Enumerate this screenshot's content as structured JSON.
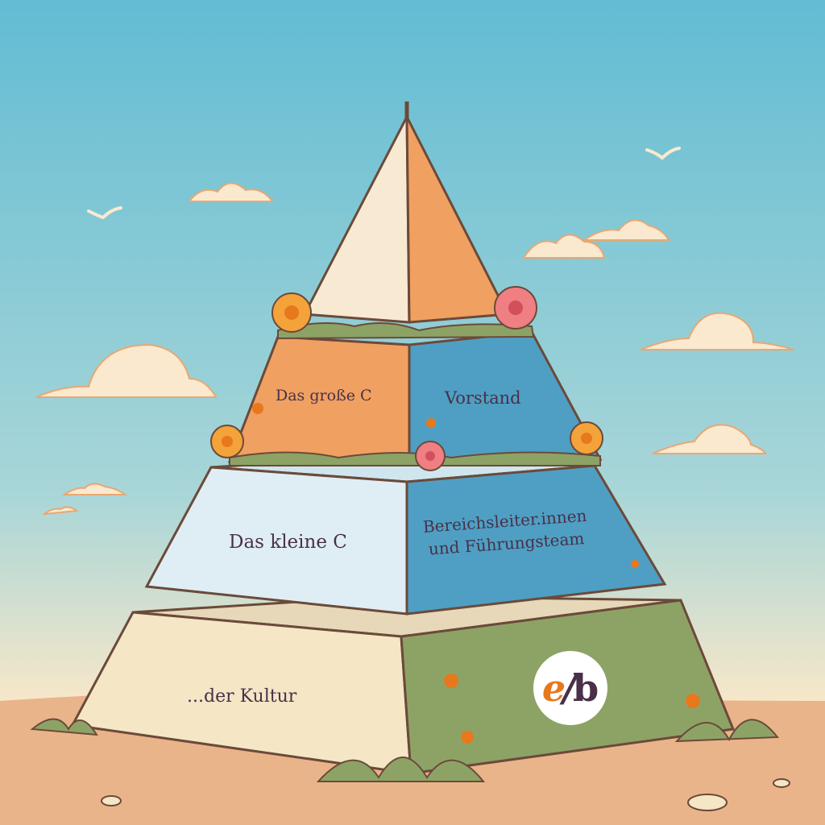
{
  "pyramid": {
    "tier_2_left_label": "Das große C",
    "tier_2_right_label": "Vorstand",
    "tier_3_left_label": "Das kleine C",
    "tier_3_right_label_line1": "Bereichsleiter.innen",
    "tier_3_right_label_line2": "und Führungsteam",
    "tier_4_left_label": "...der Kultur"
  },
  "logo": {
    "letters": [
      "e",
      "/",
      "b"
    ],
    "colors": {
      "e": "#e8781c",
      "b": "#4a3048"
    }
  },
  "colors": {
    "sky_top": "#62bcd3",
    "sky_bottom": "#f7e7c9",
    "ground": "#eab48a",
    "apex_left": "#f8e9d2",
    "apex_right": "#f0a060",
    "tier2_left": "#f0a060",
    "tier2_right": "#4f9fc4",
    "tier3_left": "#dfeef4",
    "tier3_right": "#4f9fc4",
    "tier4_left": "#f5e6c6",
    "tier4_right": "#8da366",
    "text": "#4a3048"
  }
}
